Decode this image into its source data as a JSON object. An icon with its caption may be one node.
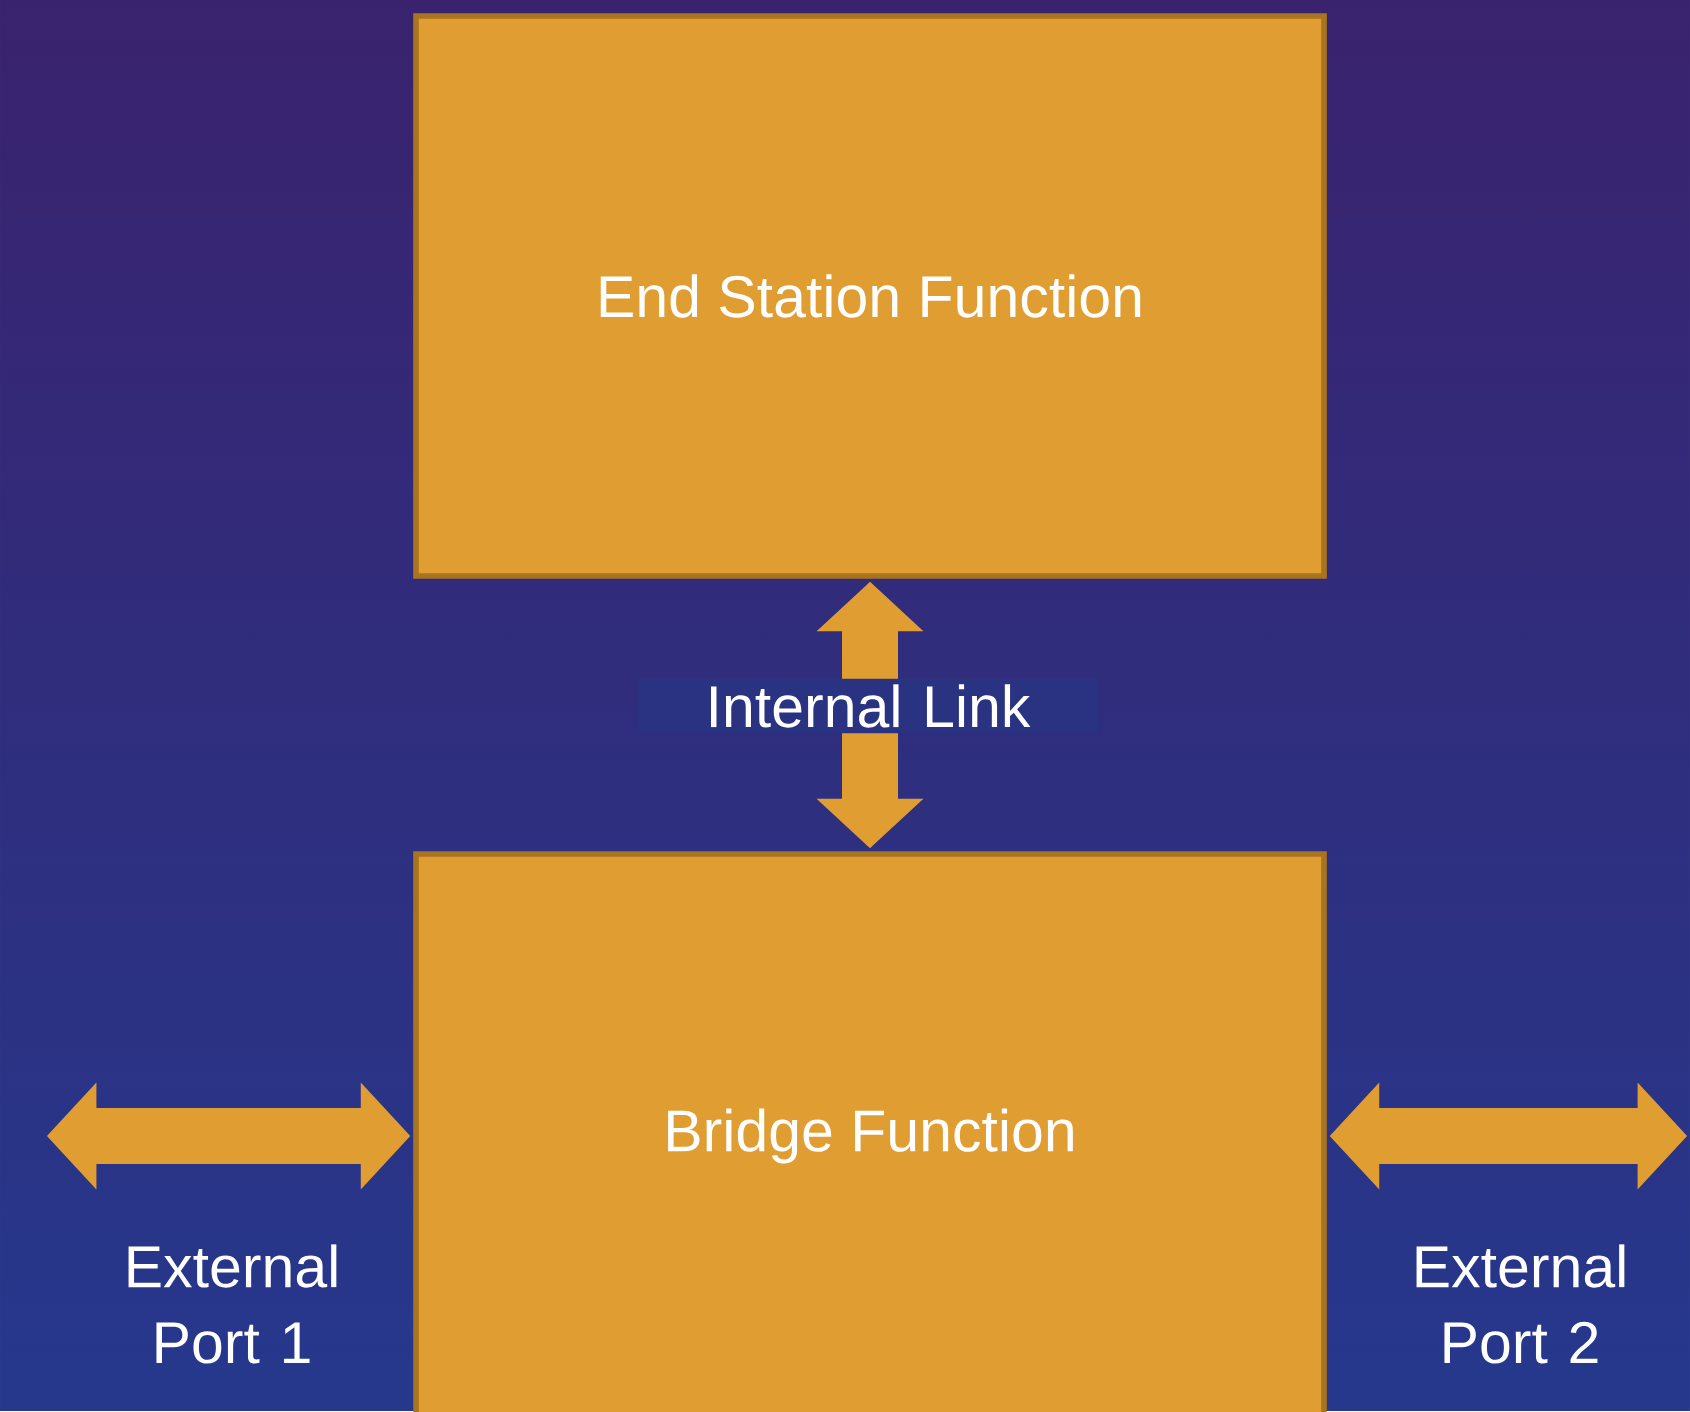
{
  "diagram": {
    "nodes": [
      {
        "text": [
          "End Station Function"
        ]
      },
      {
        "text": [
          "Bridge Function"
        ]
      }
    ],
    "edges": [
      {
        "from": 0,
        "to": 1,
        "arrow": "both",
        "label": "Internal Link"
      },
      {
        "from": null,
        "to": 1,
        "arrow": "both",
        "label": "External Port 1"
      },
      {
        "from": 1,
        "to": null,
        "arrow": "both",
        "label": "External Port 2"
      }
    ]
  }
}
